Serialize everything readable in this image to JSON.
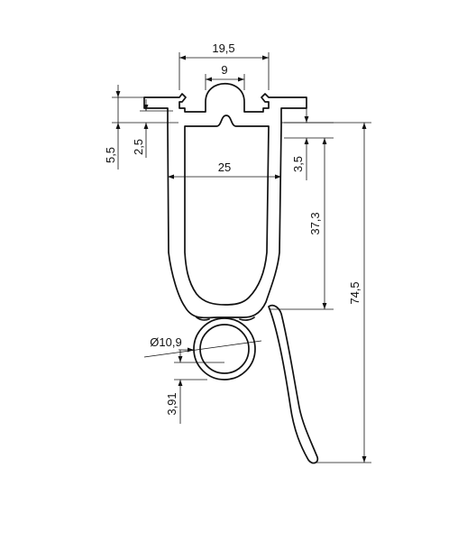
{
  "drawing": {
    "dimensions": {
      "top_width": "19,5",
      "neck_width": "9",
      "flange_height": "5,5",
      "flange_step": "2,5",
      "inner_width": "25",
      "wall_offset": "3,5",
      "cavity_height": "37,3",
      "total_height": "74,5",
      "tube_diameter": "Ø10,9",
      "tube_offset": "3,91"
    },
    "colors": {
      "line": "#111111",
      "background": "#ffffff"
    }
  }
}
